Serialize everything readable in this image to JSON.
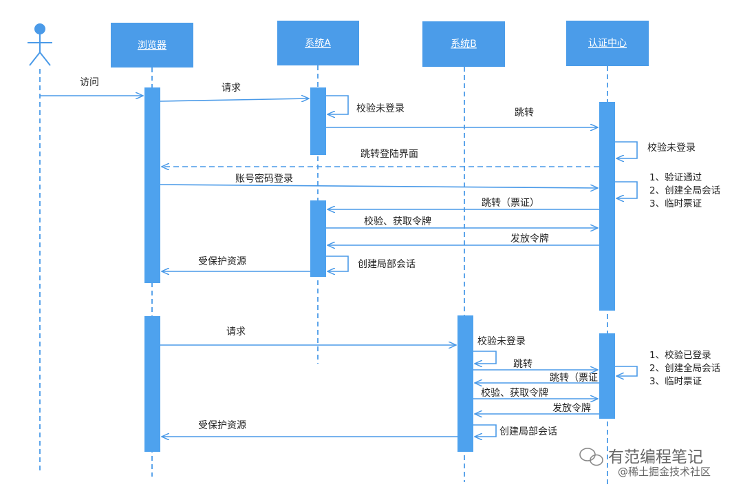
{
  "participants": {
    "browser": "浏览器",
    "system_a": "系统A",
    "system_b": "系统B",
    "auth_center": "认证中心"
  },
  "messages": {
    "visit": "访问",
    "request_1": "请求",
    "check_not_logged_in_a": "校验未登录",
    "redirect_1": "跳转",
    "check_not_logged_in_auth": "校验未登录",
    "redirect_login_page": "跳转登陆界面",
    "account_password_login": "账号密码登录",
    "redirect_ticket_1": "跳转（票证）",
    "verify_get_token_1": "校验、获取令牌",
    "issue_token_1": "发放令牌",
    "create_local_session_a": "创建局部会话",
    "protected_resource_1": "受保护资源",
    "request_2": "请求",
    "check_not_logged_in_b": "校验未登录",
    "redirect_2": "跳转",
    "redirect_ticket_2": "跳转（票证",
    "verify_get_token_2": "校验、获取令牌",
    "issue_token_2": "发放令牌",
    "create_local_session_b": "创建局部会话",
    "protected_resource_2": "受保护资源"
  },
  "notes": {
    "auth_first": [
      "1、验证通过",
      "2、创建全局会话",
      "3、临时票证"
    ],
    "auth_second": [
      "1、校验已登录",
      "2、创建全局会话",
      "3、临时票证"
    ]
  },
  "watermark": {
    "line1": "有范编程笔记",
    "line2": "@稀土掘金技术社区"
  },
  "colors": {
    "participant_fill": "#4b9ce9",
    "activation_fill": "#4ea2ee",
    "arrow": "#4a9ae8",
    "lifeline": "#4a9ae8"
  }
}
